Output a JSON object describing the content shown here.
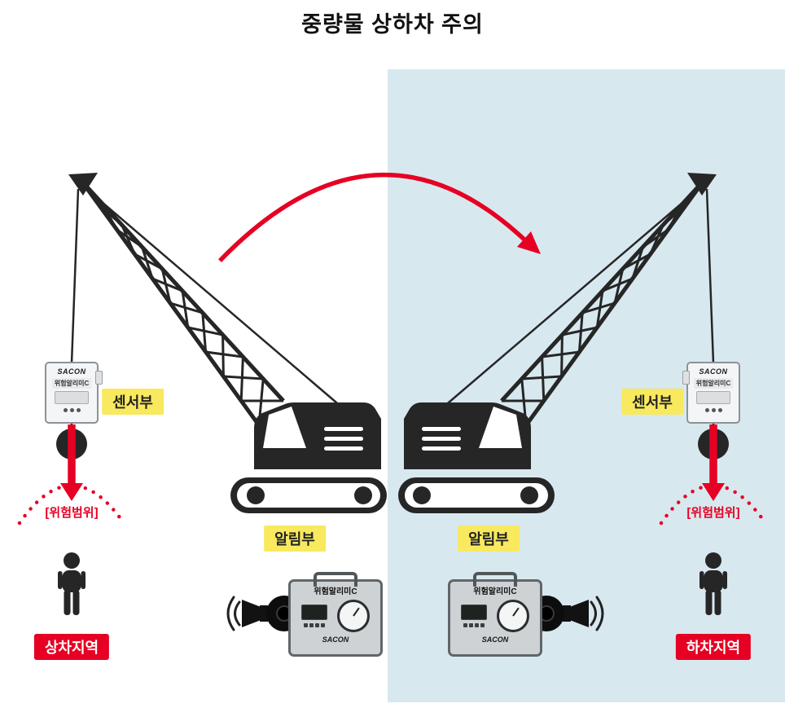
{
  "title": "중량물 상하차 주의",
  "left": {
    "sensor_label": "센서부",
    "alarm_label": "알림부",
    "danger_range": "[위험범위]",
    "zone_label": "상차지역"
  },
  "right": {
    "sensor_label": "센서부",
    "alarm_label": "알림부",
    "danger_range": "[위험범위]",
    "zone_label": "하차지역"
  },
  "devices": {
    "brand": "SACON",
    "sensor_model": "위험알리미C",
    "alarm_model": "위험알리미C"
  },
  "colors": {
    "accent_red": "#e60023",
    "highlight_yellow": "#f8e95f",
    "panel_blue": "#d8e8ef",
    "ink": "#262626"
  }
}
